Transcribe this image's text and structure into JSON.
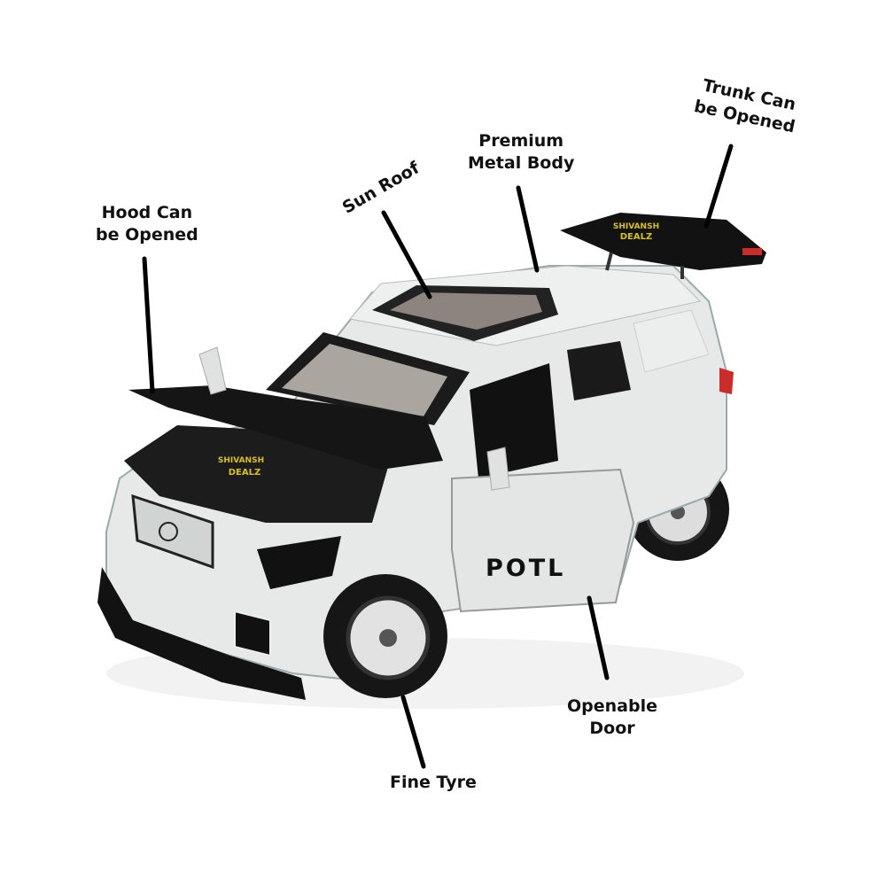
{
  "callouts": {
    "hood": [
      "Hood Can",
      "be Opened"
    ],
    "sunroof": [
      "Sun Roof"
    ],
    "body": [
      "Premium",
      "Metal Body"
    ],
    "trunk": [
      "Trunk Can",
      "be Opened"
    ],
    "door": [
      "Openable",
      "Door"
    ],
    "tyre": [
      "Fine Tyre"
    ]
  },
  "product": {
    "door_text": "POTL",
    "watermark": [
      "SHIVANSH",
      "DEALZ"
    ]
  },
  "colors": {
    "body": "#e6e9e8",
    "trim": "#111111",
    "accent": "#d9c021",
    "taillight": "#cc2b2b"
  }
}
